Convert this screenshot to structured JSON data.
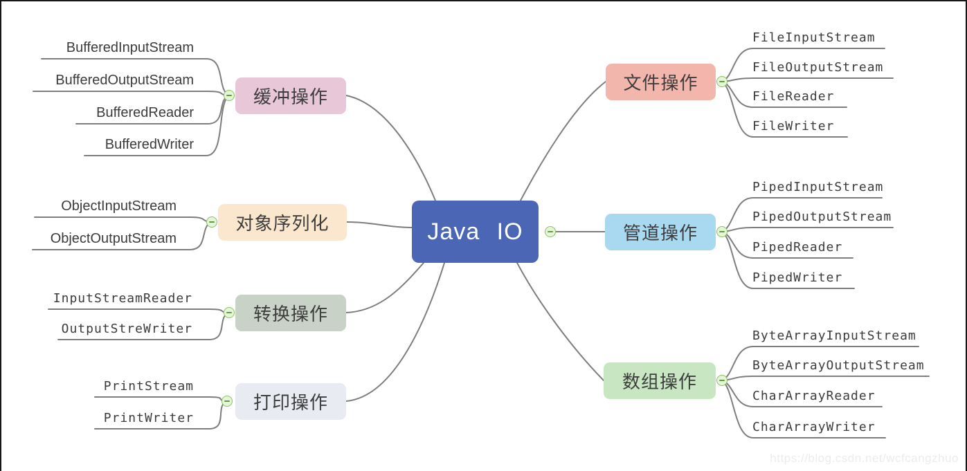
{
  "root": {
    "label": "Java IO"
  },
  "watermark": "https://blog.csdn.net/wcfcangzhuo",
  "colors": {
    "center_bg": "#4a66b4",
    "center_text": "#ffffff",
    "edge": "#7d7d7d",
    "leaf_text": "#3b3b3b",
    "branch_text": "#3d3d3d",
    "toggle_fill": "#e5f5d7",
    "toggle_stroke": "#8cc063",
    "toggle_dash": "#629b3e"
  },
  "branches": [
    {
      "id": "buffer",
      "label": "缓冲操作",
      "side": "left",
      "color": "#e8c7d9",
      "children": [
        "BufferedInputStream",
        "BufferedOutputStream",
        "BufferedReader",
        "BufferedWriter"
      ]
    },
    {
      "id": "object",
      "label": "对象序列化",
      "side": "left",
      "color": "#fbe7ce",
      "children": [
        "ObjectInputStream",
        "ObjectOutputStream"
      ]
    },
    {
      "id": "convert",
      "label": "转换操作",
      "side": "left",
      "color": "#c9d2c6",
      "children": [
        "InputStreamReader",
        "OutputStreWriter"
      ]
    },
    {
      "id": "print",
      "label": "打印操作",
      "side": "left",
      "color": "#e9ebf2",
      "children": [
        "PrintStream",
        "PrintWriter"
      ]
    },
    {
      "id": "file",
      "label": "文件操作",
      "side": "right",
      "color": "#f3b6ad",
      "children": [
        "FileInputStream",
        "FileOutputStream",
        "FileReader",
        "FileWriter"
      ]
    },
    {
      "id": "pipe",
      "label": "管道操作",
      "side": "right",
      "color": "#a9d9f0",
      "children": [
        "PipedInputStream",
        "PipedOutputStream",
        "PipedReader",
        "PipedWriter"
      ]
    },
    {
      "id": "array",
      "label": "数组操作",
      "side": "right",
      "color": "#c8e6c2",
      "children": [
        "ByteArrayInputStream",
        "ByteArrayOutputStream",
        "CharArrayReader",
        "CharArrayWriter"
      ]
    }
  ]
}
